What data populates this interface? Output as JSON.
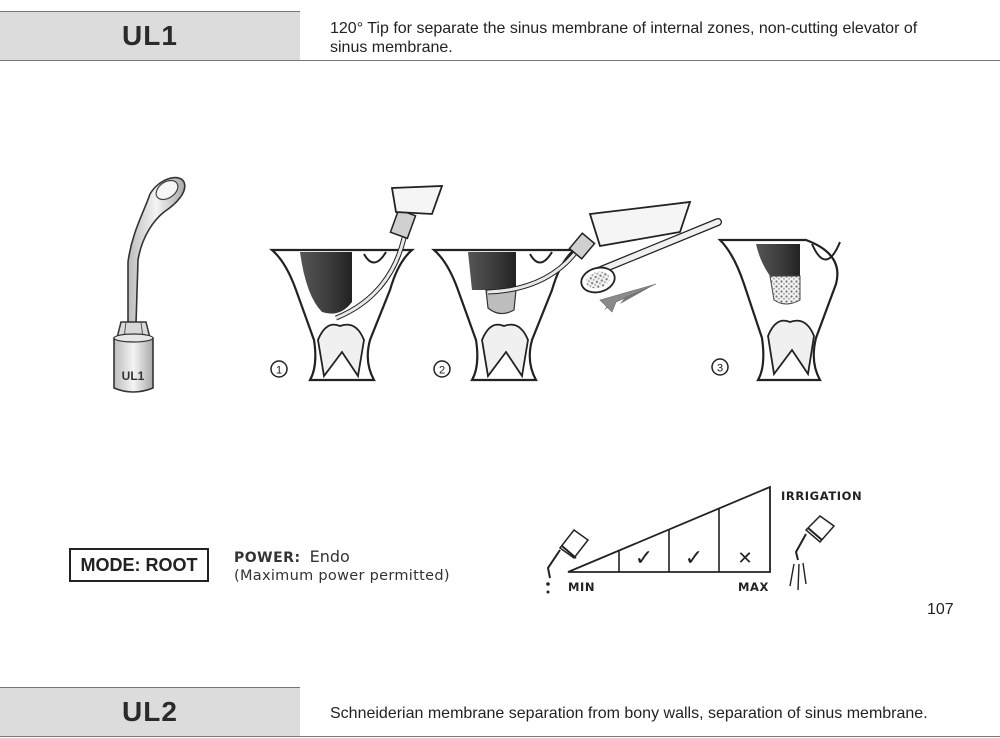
{
  "section_ul1": {
    "code": "UL1",
    "description_line1": "120° Tip for separate the sinus membrane of internal zones, non-cutting elevator of",
    "description_line2": "sinus membrane."
  },
  "tip_illustration": {
    "label": "UL1"
  },
  "steps": [
    {
      "number": "1"
    },
    {
      "number": "2"
    },
    {
      "number": "3"
    }
  ],
  "settings": {
    "mode": "MODE: ROOT",
    "power_label": "POWER:",
    "power_value": "Endo",
    "power_note": "(Maximum power permitted)"
  },
  "irrigation": {
    "title": "IRRIGATION",
    "min_label": "MIN",
    "max_label": "MAX",
    "marks": [
      "✓",
      "✓",
      "✕"
    ]
  },
  "page_number": "107",
  "section_ul2": {
    "code": "UL2",
    "description": "Schneiderian membrane separation from bony walls, separation of sinus membrane."
  }
}
